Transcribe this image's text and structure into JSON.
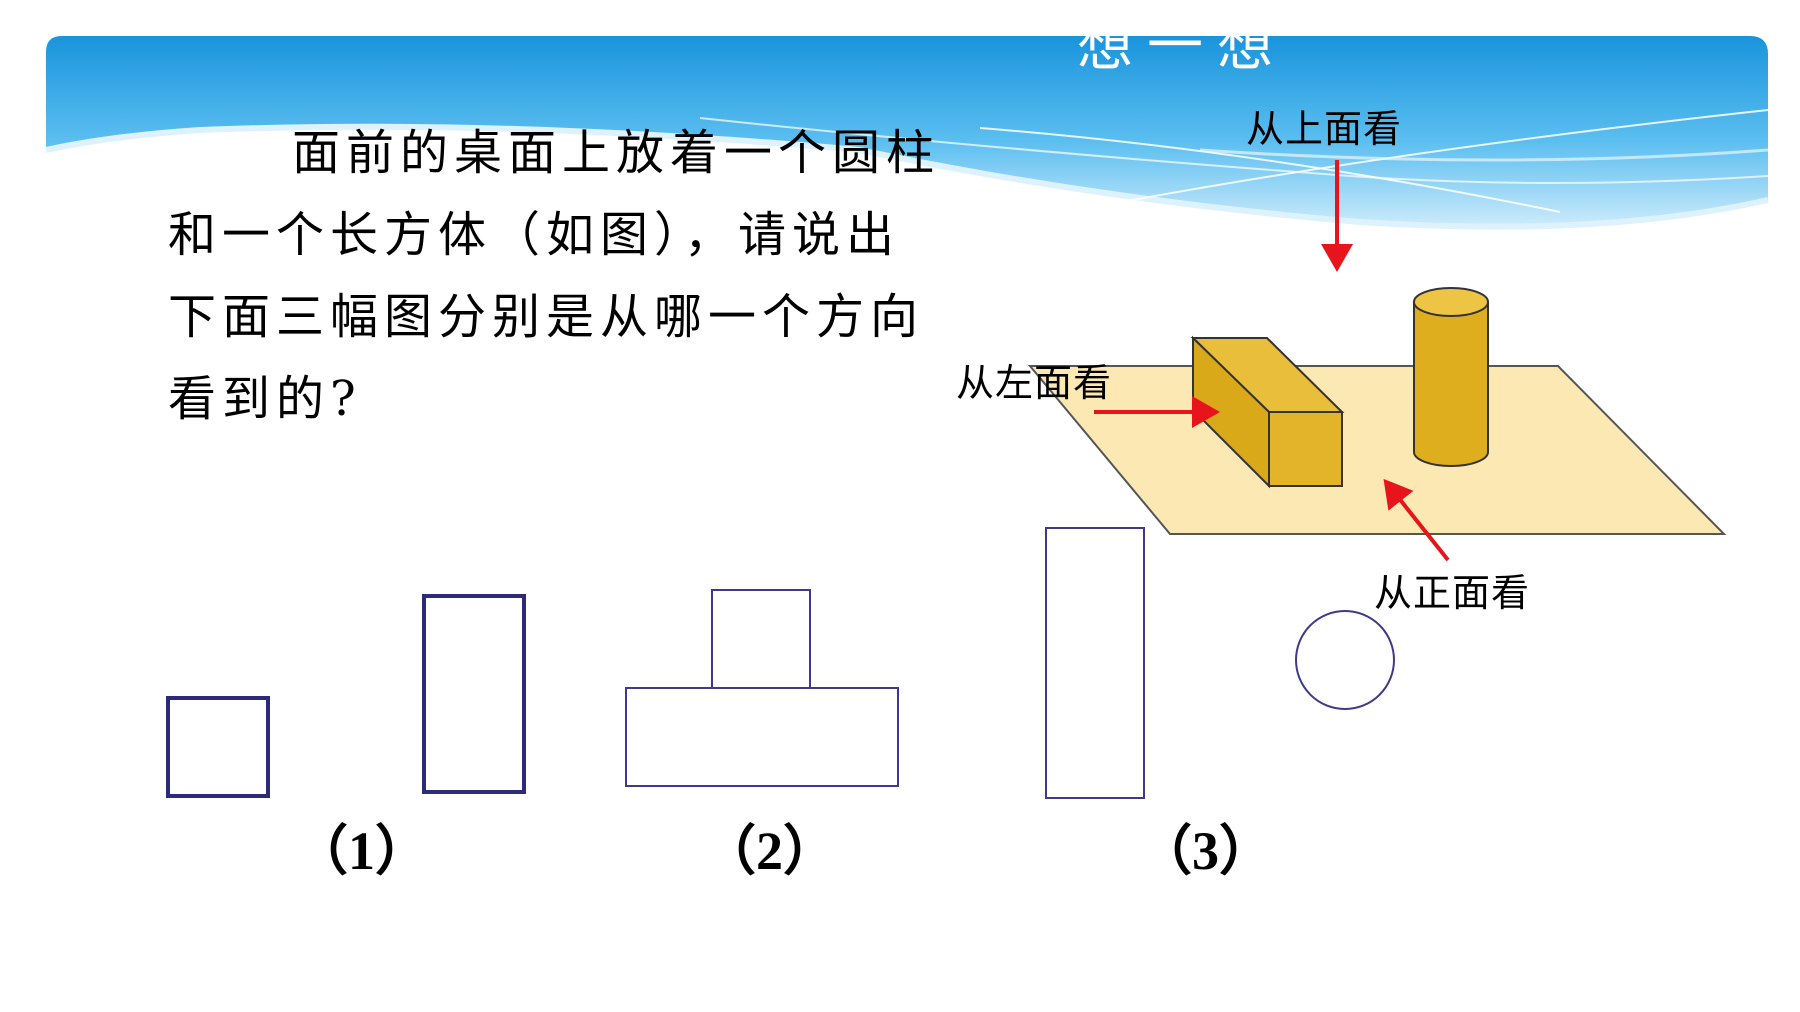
{
  "slide": {
    "title": "想一想",
    "question_lines": [
      "面前的桌面上放着一个圆柱",
      "和一个长方体（如图），请说出",
      "下面三幅图分别是从哪一个方向",
      "看到的?"
    ]
  },
  "scene": {
    "labels": {
      "top": "从上面看",
      "left": "从左面看",
      "front": "从正面看"
    },
    "colors": {
      "table": "#FCE8B2",
      "solid": "#DEAE1E",
      "arrow": "#E8141C",
      "view_outline_dark": "#2E2A7A",
      "view_outline_light": "#3F3A86",
      "banner_top": "#1C9BE0",
      "banner_light": "#BFE6FA"
    }
  },
  "views": {
    "captions": [
      "（1）",
      "（2）",
      "（3）"
    ]
  }
}
